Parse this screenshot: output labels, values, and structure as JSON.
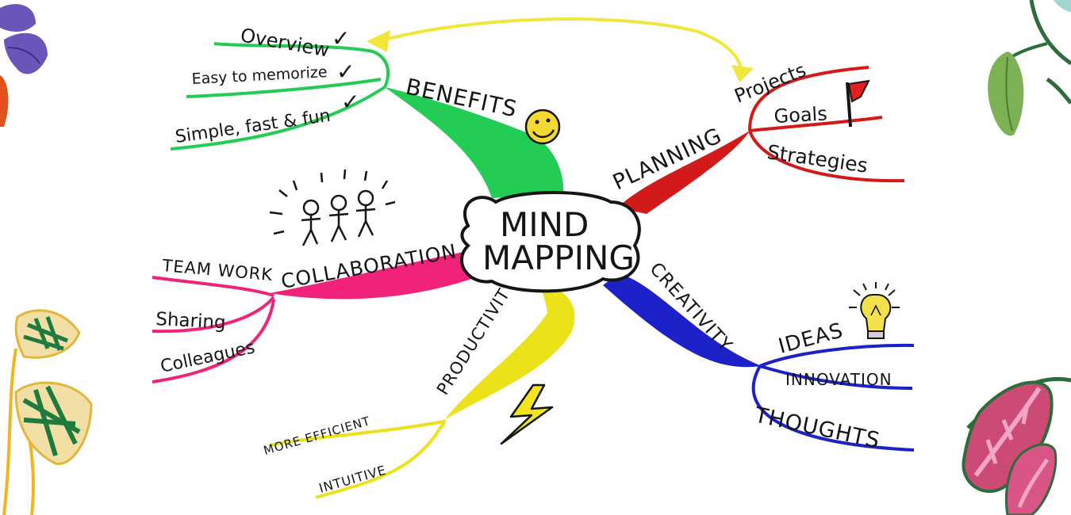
{
  "center": {
    "line1": "MIND",
    "line2": "MAPPING"
  },
  "branches": {
    "benefits": {
      "label": "BENEFITS",
      "color": "#22cc55",
      "items": [
        "Overview",
        "Easy to memorize",
        "Simple, fast & fun"
      ]
    },
    "planning": {
      "label": "PLANNING",
      "color": "#d21a1a",
      "items": [
        "Projects",
        "Goals",
        "Strategies"
      ]
    },
    "collaboration": {
      "label": "COLLABORATION",
      "color": "#f0227a",
      "items": [
        "TEAM WORK",
        "Sharing",
        "Colleagues"
      ]
    },
    "creativity": {
      "label": "CREATIVITY",
      "color": "#1c22c8",
      "items": [
        "IDEAS",
        "INNOVATION",
        "THOUGHTS"
      ]
    },
    "productivity": {
      "label": "PRODUCTIVITY",
      "color": "#ece21a",
      "items": [
        "MORE EFFICIENT",
        "INTUITIVE"
      ]
    }
  },
  "checkmark": "✓",
  "icons": [
    "smiley-icon",
    "flag-icon",
    "stick-figures-icon",
    "lightbulb-icon",
    "lightning-icon",
    "leaf-decoration-icon"
  ],
  "colors": {
    "ink": "#151515",
    "connector": "#f2e63a",
    "smiley": "#f3d931",
    "flag": "#e41f1f",
    "bolt": "#f4e41c"
  }
}
